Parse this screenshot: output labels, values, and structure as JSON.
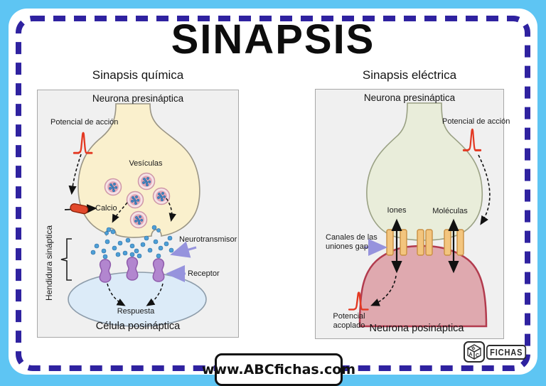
{
  "title": "SINAPSIS",
  "watermark": "www.ABCfichas.com",
  "logo": {
    "label": "FICHAS",
    "cube_top": "B",
    "cube_left": "A",
    "cube_right": "C"
  },
  "chemical": {
    "heading": "Sinapsis química",
    "presynaptic_label": "Neurona presináptica",
    "postsynaptic_label": "Célula posináptica",
    "action_potential": "Potencial de acción",
    "vesicles": "Vesículas",
    "calcium": "Calcio",
    "cleft": "Hendidura sináptica",
    "neurotransmitter": "Neurotransmisor",
    "receptor": "Receptor",
    "response": "Respuesta"
  },
  "electrical": {
    "heading": "Sinapsis eléctrica",
    "presynaptic_label": "Neurona presináptica",
    "postsynaptic_label": "Neurona posináptica",
    "action_potential": "Potencial de acción",
    "ions": "Iones",
    "molecules": "Moléculas",
    "gap_channels": "Canales de las uniones gap",
    "coupled_potential": "Potencial acoplado"
  },
  "colors": {
    "frame_blue": "#5ec5f3",
    "dash_indigo": "#2f22a0",
    "presynaptic_chemical_fill": "#faf0cd",
    "presynaptic_electrical_fill": "#e9edda",
    "postsynaptic_chemical_fill": "#dcebf8",
    "postsynaptic_electrical_fill": "#dfa9af",
    "postsynaptic_electrical_border": "#b23b4e",
    "vesicle_pink": "#e0a5b6",
    "neurotransmitter_blue": "#4d9fd6",
    "receptor_purple": "#b286cf",
    "gap_channel_tan": "#f3c57e",
    "calcium_channel_red": "#e2492b",
    "spike_red": "#e33822",
    "annotation_arrow_lavender": "#9693dd"
  }
}
